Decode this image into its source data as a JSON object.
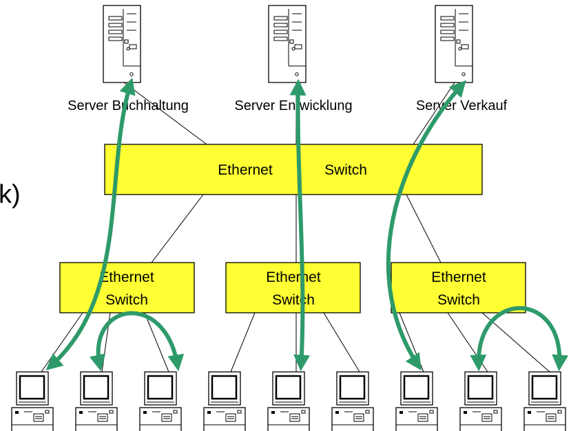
{
  "servers": [
    {
      "id": "buchhaltung",
      "label": "Server Buchhaltung"
    },
    {
      "id": "entwicklung",
      "label": "Server Entwicklung"
    },
    {
      "id": "verkauf",
      "label": "Server Verkauf"
    }
  ],
  "core_switch": {
    "word1": "Ethernet",
    "word2": "Switch"
  },
  "edge_switches": [
    {
      "line1": "Ethernet",
      "line2": "Switch"
    },
    {
      "line1": "Ethernet",
      "line2": "Switch"
    },
    {
      "line1": "Ethernet",
      "line2": "Switch"
    }
  ],
  "clipped_text": "k)",
  "workstation_count": 9,
  "colors": {
    "switch_fill": "#ffff33",
    "arrow": "#2e9a6a",
    "stroke": "#000000",
    "background": "#ffffff"
  },
  "icons": {
    "server": "server-tower-icon",
    "workstation": "desktop-computer-icon"
  }
}
